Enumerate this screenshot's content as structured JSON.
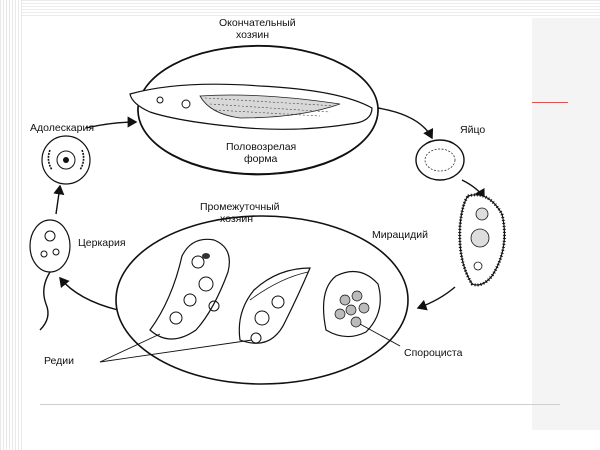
{
  "labels": {
    "final_host": [
      "Окончательный",
      "хозяин"
    ],
    "semimature": [
      "Половозрелая",
      "форма"
    ],
    "egg": "Яйцо",
    "miracidium": "Мирацидий",
    "sporocyst": "Спороциста",
    "intermediate_host": [
      "Промежуточный",
      "хозяин"
    ],
    "rediae": "Редии",
    "cercaria": "Церкария",
    "adolescaria": "Адолескария"
  }
}
